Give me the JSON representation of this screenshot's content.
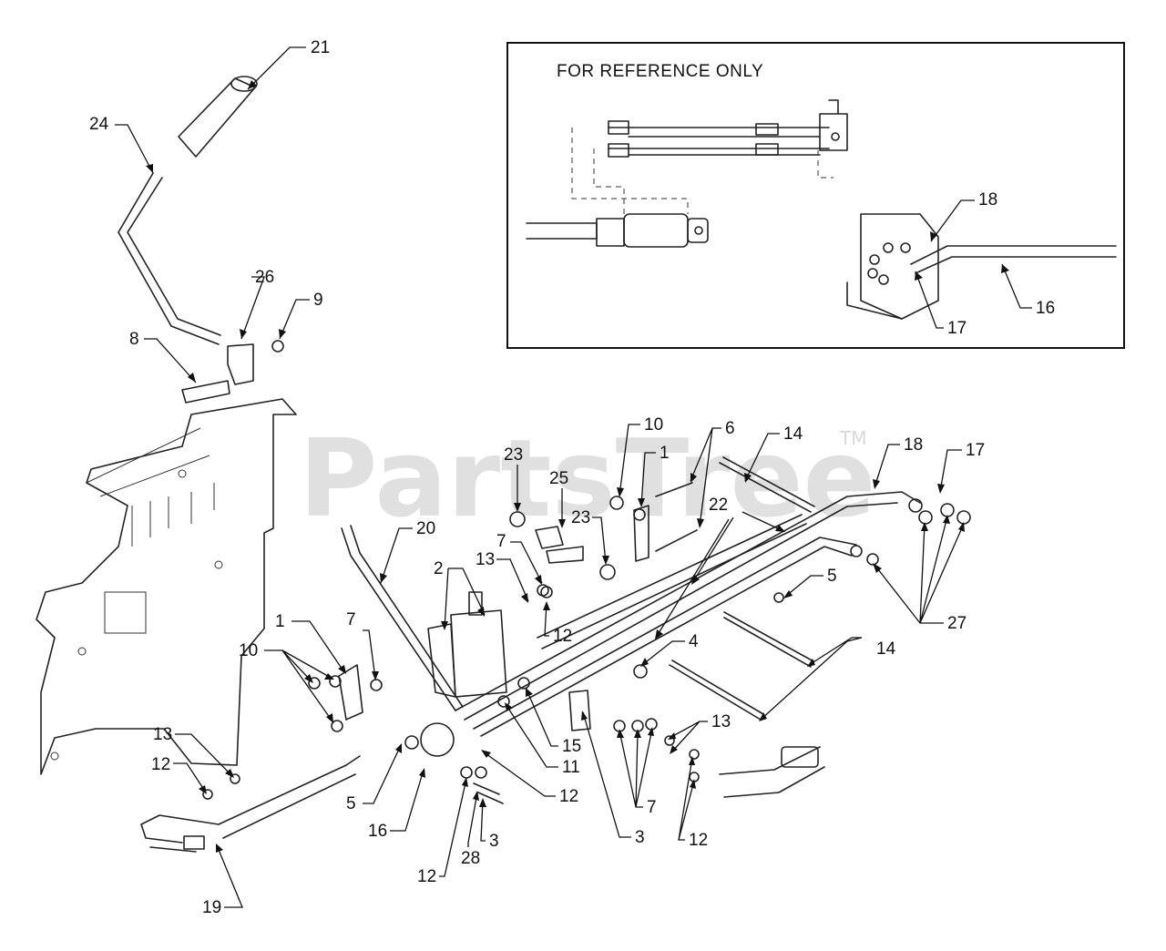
{
  "inset": {
    "title": "FOR REFERENCE ONLY",
    "callouts": [
      "18",
      "17",
      "16"
    ]
  },
  "watermark": {
    "text": "PartsTree",
    "tm": "TM"
  },
  "callouts": [
    "21",
    "24",
    "26",
    "9",
    "8",
    "20",
    "23",
    "25",
    "10",
    "1",
    "6",
    "14",
    "18",
    "17",
    "23",
    "7",
    "13",
    "2",
    "12",
    "22",
    "5",
    "1",
    "7",
    "10",
    "4",
    "14",
    "27",
    "15",
    "11",
    "12",
    "13",
    "12",
    "7",
    "5",
    "16",
    "3",
    "12",
    "28",
    "3",
    "19",
    "12",
    "13"
  ]
}
